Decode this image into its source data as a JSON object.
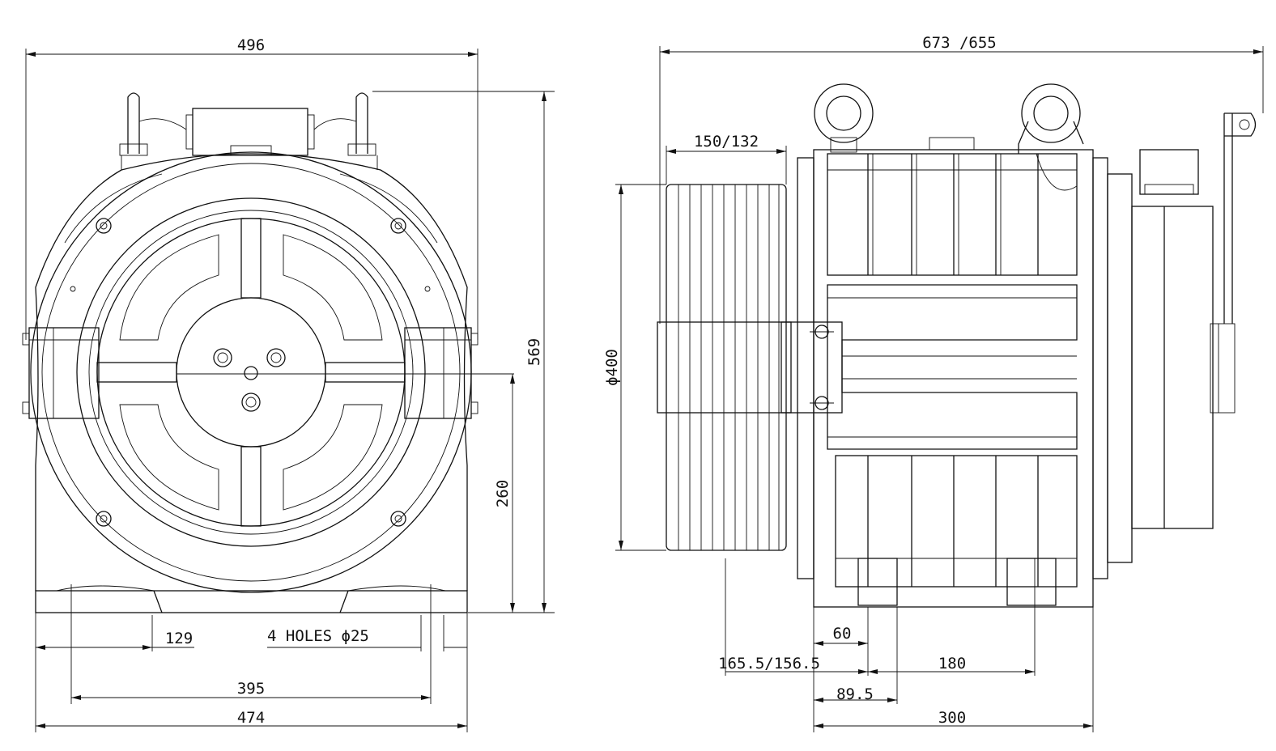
{
  "title": "",
  "colors": {
    "line": "#111111",
    "background": "#ffffff"
  },
  "front_view": {
    "dims": {
      "overall_width": "496",
      "overall_height": "569",
      "shaft_height": "260",
      "base_width": "474",
      "hole_spacing": "395",
      "foot_offset": "129",
      "holes_note": "4 HOLES ϕ25"
    }
  },
  "side_view": {
    "dims": {
      "overall_length": "673 /655",
      "sheave_width": "150/132",
      "sheave_diameter": "ϕ400",
      "sheave_offset": "165.5/156.5",
      "foot_width": "60",
      "foot_spacing": "180",
      "foot_offset": "89.5",
      "base_length": "300"
    }
  }
}
